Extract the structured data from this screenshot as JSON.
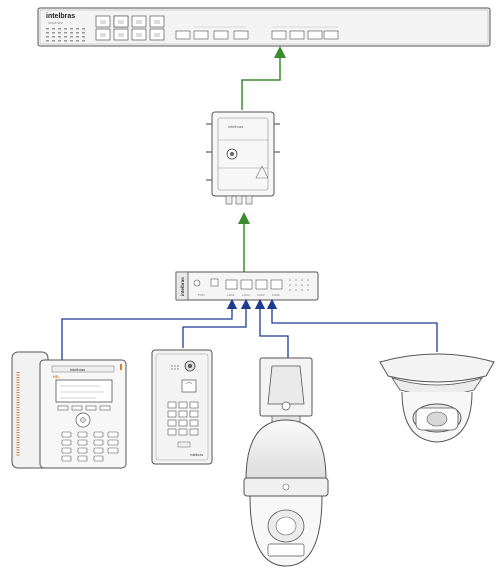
{
  "switch": {
    "brand": "intelbras",
    "model": "S3118 SFP"
  },
  "olt_box": {
    "logo": "intelbras"
  },
  "onu": {
    "logo": "intelbras",
    "labels": [
      "PON",
      "LAN1",
      "LAN2",
      "LAN3",
      "LAN4"
    ]
  },
  "phone": {
    "logo": "intelbras",
    "badge": "HD"
  },
  "intercom": {
    "logo": "intelbras"
  },
  "colors": {
    "fiber": "#3a8c2e",
    "ethernet": "#1f3a93",
    "device": "#f2f2f2",
    "stroke": "#555555"
  }
}
